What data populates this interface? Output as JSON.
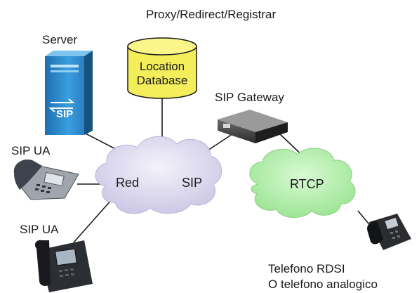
{
  "labels": {
    "proxy": "Proxy/Redirect/Registrar",
    "server": "Server",
    "location_line1": "Location",
    "location_line2": "Database",
    "sip_gateway": "SIP Gateway",
    "sip_ua_top": "SIP UA",
    "sip_ua_bottom": "SIP UA",
    "red": "Red",
    "sip_cloud": "SIP",
    "rtcp": "RTCP",
    "telefono_line1": "Telefono RDSI",
    "telefono_line2": "O telefono analogico",
    "server_logo": "SIP"
  },
  "colors": {
    "network_cloud": "#dcd8ee",
    "rtcp_cloud": "#b7f0b1",
    "database": "#f5f063",
    "server": "#2f8fd0",
    "connector": "#1a1a1a"
  },
  "icons": [
    "server-icon",
    "database-icon",
    "gateway-icon",
    "ip-phone-icon",
    "desk-phone-icon",
    "isdn-phone-icon"
  ]
}
